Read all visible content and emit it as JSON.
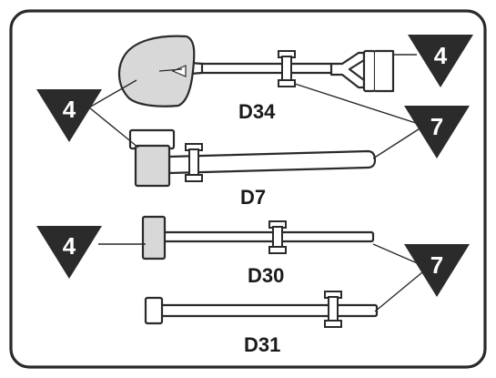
{
  "diagram": {
    "colors": {
      "ink": "#2a2a2a",
      "fill_light": "#ffffff",
      "fill_shaded": "#d8d8d8",
      "badge": "#2b2b2b"
    },
    "parts": [
      {
        "id": "shovel",
        "label": "D34"
      },
      {
        "id": "sledgehammer",
        "label": "D7"
      },
      {
        "id": "hammer",
        "label": "D30"
      },
      {
        "id": "rod",
        "label": "D31"
      }
    ],
    "badges": {
      "top_right": "4",
      "left_upper": "4",
      "right_upper": "7",
      "left_lower": "4",
      "right_lower": "7"
    }
  }
}
